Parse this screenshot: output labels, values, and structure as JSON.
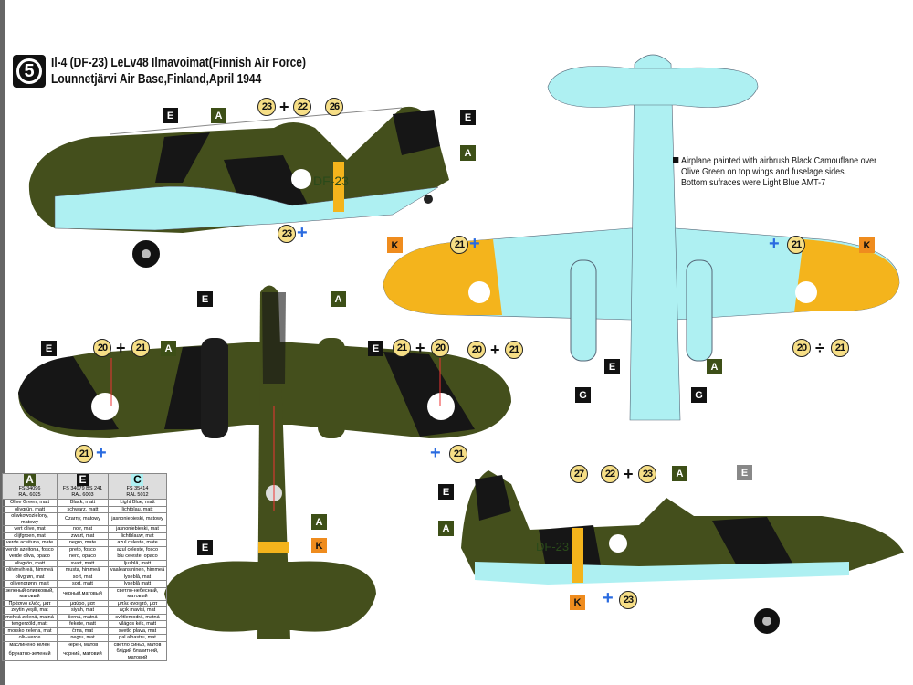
{
  "header": {
    "number": "5",
    "line1": "Il-4 (DF-23) LeLv48 Ilmavoimat(Finnish Air Force)",
    "line2": "Lounnetjärvi Air Base,Finland,April 1944"
  },
  "note": [
    "Airplane painted with airbrush Black Camouflane over",
    "Olive Green on top wings and fuselage sides.",
    "Bottom sufraces were Light  Blue AMT-7"
  ],
  "side_code": "DF-23",
  "colors": {
    "olive": "#444f1c",
    "black": "#161616",
    "light_blue": "#aef0f2",
    "yellow": "#f4b41c",
    "callout": "#f6de86",
    "insignia": "#2a6be0"
  },
  "callouts": {
    "E": "E",
    "A": "A",
    "K": "K",
    "G": "G",
    "n20": "20",
    "n21": "21",
    "n22": "22",
    "n23": "23",
    "n26": "26",
    "n27": "27",
    "plus": "+",
    "divide": "÷"
  },
  "color_table": {
    "headers": [
      {
        "letter": "A",
        "fs": "FS 34096",
        "ral": "RAL 6025"
      },
      {
        "letter": "E",
        "fs": "FS 34079 BS 241",
        "ral": "RAL 6003"
      },
      {
        "letter": "C",
        "fs": "FS 35414",
        "ral": "RAL 5012"
      }
    ],
    "rows": [
      [
        "Olive Green, matt",
        "Black, matt",
        "Light Blue, matt"
      ],
      [
        "olivgrün, matt",
        "schwarz, matt",
        "lichtblau, matt"
      ],
      [
        "oliwkowozielony, matowy",
        "Czarny, matowy",
        "jasnoniebieski, matowy"
      ],
      [
        "vert olive, mat",
        "noir, mat",
        "jasnoniebieski, mat"
      ],
      [
        "olijfgroen, mat",
        "zwart, mat",
        "lichtblauw, mat"
      ],
      [
        "verde aceituna, mate",
        "negro, mate",
        "azul celeste, mate"
      ],
      [
        "verde azeitona, fosco",
        "preto, fosco",
        "azul celeste, fosco"
      ],
      [
        "verde oliva, opaco",
        "nero, opaco",
        "blu celeste, opaco"
      ],
      [
        "olivgrön, matt",
        "svart, matt",
        "ljusblå, matt"
      ],
      [
        "oliivinvihreä, himmeä",
        "musta, himmeä",
        "vaaleansininen, himmeä"
      ],
      [
        "olivgrøn, mat",
        "sort, mat",
        "lyseblå, mat"
      ],
      [
        "olivengrønn, matt",
        "sort, matt",
        "lyseblå matt"
      ],
      [
        "зеленый оливковый, матовый",
        "черный,матовый",
        "светло-небесный, матовый"
      ],
      [
        "Πράσινο ελιάς, ματ",
        "μαύρο, ματ",
        "μπλε ανοιχτό, ματ"
      ],
      [
        "zeytin yeşili, mat",
        "siyah, mat",
        "açık mavisi, mat"
      ],
      [
        "mohká zelená, matná",
        "černá, matná",
        "světlemodrá, matná"
      ],
      [
        "tengerzöld, matt",
        "fekete, matt",
        "világos kék, matt"
      ],
      [
        "morsko zelena, mat",
        "črna, mat",
        "svetlo plava, mat"
      ],
      [
        "oliv-verde",
        "negru, mat",
        "pal albastru, mat"
      ],
      [
        "маслинено зелен",
        "черен, матов",
        "светло синьо, матов"
      ],
      [
        "брунатно-зелений",
        "чорний, матовий",
        "блідий блакитний, матовий"
      ]
    ]
  }
}
